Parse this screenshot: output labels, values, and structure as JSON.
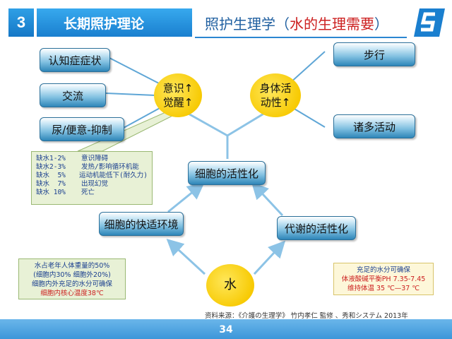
{
  "header": {
    "number": "3",
    "title": "长期照护理论",
    "subtitle_prefix": "照护生理学（",
    "subtitle_highlight": "水的生理需要",
    "subtitle_suffix": "）"
  },
  "left_boxes": [
    "认知症症状",
    "交流",
    "尿/便意-抑制"
  ],
  "right_boxes": [
    "步行",
    "诸多活动"
  ],
  "circles": {
    "awareness": [
      "意识↑",
      "觉醒↑"
    ],
    "activity": [
      "身体活",
      "动性↑"
    ],
    "water": "水"
  },
  "center_boxes": {
    "cell_activation": "细胞的活性化",
    "cell_environment": "细胞的快适环境",
    "metabolism_activation": "代谢的活性化"
  },
  "dehydration_box": {
    "rows": [
      {
        "level": "缺水1-2%",
        "effect": "意识障碍"
      },
      {
        "level": "缺水2-3%",
        "effect": "发热/影响循环机能"
      },
      {
        "level": "缺水  5%",
        "effect": "运动机能低下(耐久力)"
      },
      {
        "level": "缺水  7%",
        "effect": "出现幻觉"
      },
      {
        "level": "缺水 10%",
        "effect": "死亡"
      }
    ]
  },
  "water_weight_box": {
    "lines": [
      "水占老年人体重量的50%",
      "(细胞内30% 细胞外20%)",
      "细胞内外充足的水分可确保"
    ],
    "highlight": "细胞内核心温度38℃"
  },
  "water_benefit_box": {
    "title": "充足的水分可确保",
    "lines": [
      "体液酸碱平衡PH 7.35-7.45",
      "维持体温 35 ℃—37 ℃"
    ]
  },
  "source": "资料来源：《介護の生理学》 竹内孝仁 監修 、秀和システム  2013年",
  "page_number": "34",
  "colors": {
    "header_blue": "#1a7fcf",
    "circle_yellow": "#f7c900",
    "highlight_red": "#cc1f1f"
  }
}
